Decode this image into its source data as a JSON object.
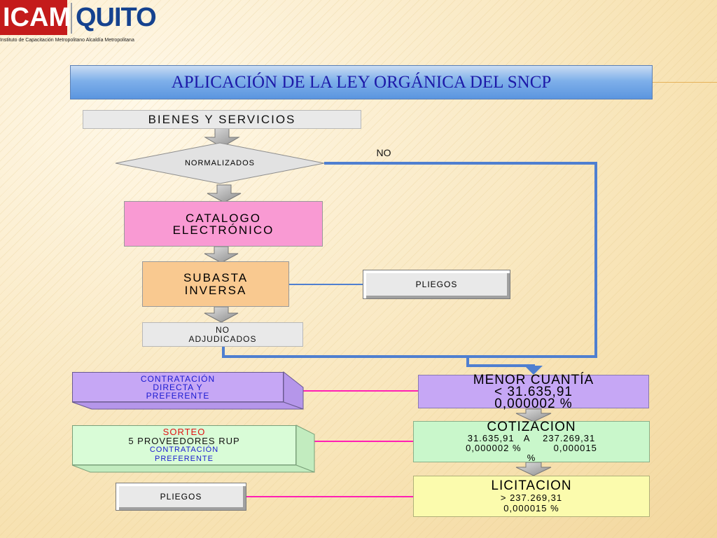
{
  "logo": {
    "left_word": "ICAM",
    "right_word": "QUITO",
    "caption": "Instituto de Capacitación Metropolitano Alcaldía Metropolitana"
  },
  "title": "APLICACIÓN DE LA LEY ORGÁNICA DEL SNCP",
  "colors": {
    "title_text": "#1d1aa8",
    "flow_line": "#4f7fd0",
    "link_line": "#ff1fb4"
  },
  "flow": {
    "bienes": "BIENES Y SERVICIOS",
    "normalizados": "NORMALIZADOS",
    "no_label": "NO",
    "catalogo": [
      "CATALOGO",
      "ELECTRÓNICO"
    ],
    "subasta": [
      "SUBASTA",
      "INVERSA"
    ],
    "pliegos_right": "PLIEGOS",
    "no_adjudicados": [
      "NO",
      "ADJUDICADOS"
    ]
  },
  "thresholds": {
    "menor": [
      "MENOR CUANTÍA",
      "< 31.635,91",
      "0,000002 %"
    ],
    "cotizacion": [
      "COTIZACION",
      "31.635,91   A    237.269,31",
      "0,000002 %          0,000015",
      "%"
    ],
    "licitacion": [
      "LICITACION",
      "> 237.269,31",
      "0,000015 %"
    ]
  },
  "left_boxes": {
    "contratacion": [
      "CONTRATACIÓN",
      "DIRECTA Y",
      "PREFERENTE"
    ],
    "sorteo": {
      "line1": "SORTEO",
      "line2": "5 PROVEEDORES RUP",
      "line3": "CONTRATACIÓN",
      "line4": "PREFERENTE"
    },
    "pliegos_left": "PLIEGOS"
  }
}
